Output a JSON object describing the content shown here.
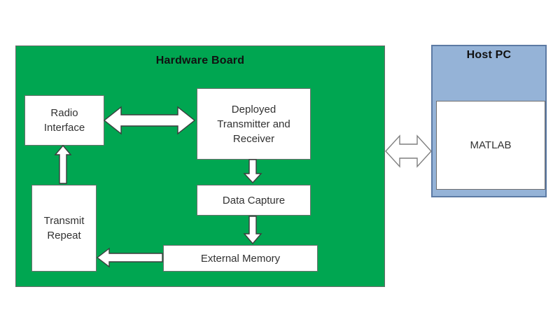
{
  "diagram": {
    "hardware_board": {
      "title": "Hardware Board",
      "fill": "#00A651",
      "nodes": {
        "radio_interface": {
          "label": "Radio\nInterface"
        },
        "deployed_transmitter_receiver": {
          "label": "Deployed\nTransmitter and\nReceiver"
        },
        "data_capture": {
          "label": "Data Capture"
        },
        "external_memory": {
          "label": "External Memory"
        },
        "transmit_repeat": {
          "label": "Transmit\nRepeat"
        }
      }
    },
    "host_pc": {
      "title": "Host PC",
      "fill": "#95B3D7",
      "nodes": {
        "matlab": {
          "label": "MATLAB"
        }
      }
    },
    "connectors": [
      {
        "name": "radio-deployed-double-arrow",
        "type": "double-arrow",
        "between": [
          "Radio Interface",
          "Deployed Transmitter and Receiver"
        ]
      },
      {
        "name": "deployed-to-data-capture-arrow",
        "type": "arrow",
        "from": "Deployed Transmitter and Receiver",
        "to": "Data Capture"
      },
      {
        "name": "data-capture-to-external-memory-arrow",
        "type": "arrow",
        "from": "Data Capture",
        "to": "External Memory"
      },
      {
        "name": "external-memory-to-transmit-repeat-arrow",
        "type": "arrow",
        "from": "External Memory",
        "to": "Transmit Repeat"
      },
      {
        "name": "transmit-repeat-to-radio-interface-arrow",
        "type": "arrow",
        "from": "Transmit Repeat",
        "to": "Radio Interface"
      },
      {
        "name": "board-hostpc-double-arrow",
        "type": "double-arrow",
        "between": [
          "Hardware Board",
          "Host PC"
        ]
      }
    ]
  }
}
